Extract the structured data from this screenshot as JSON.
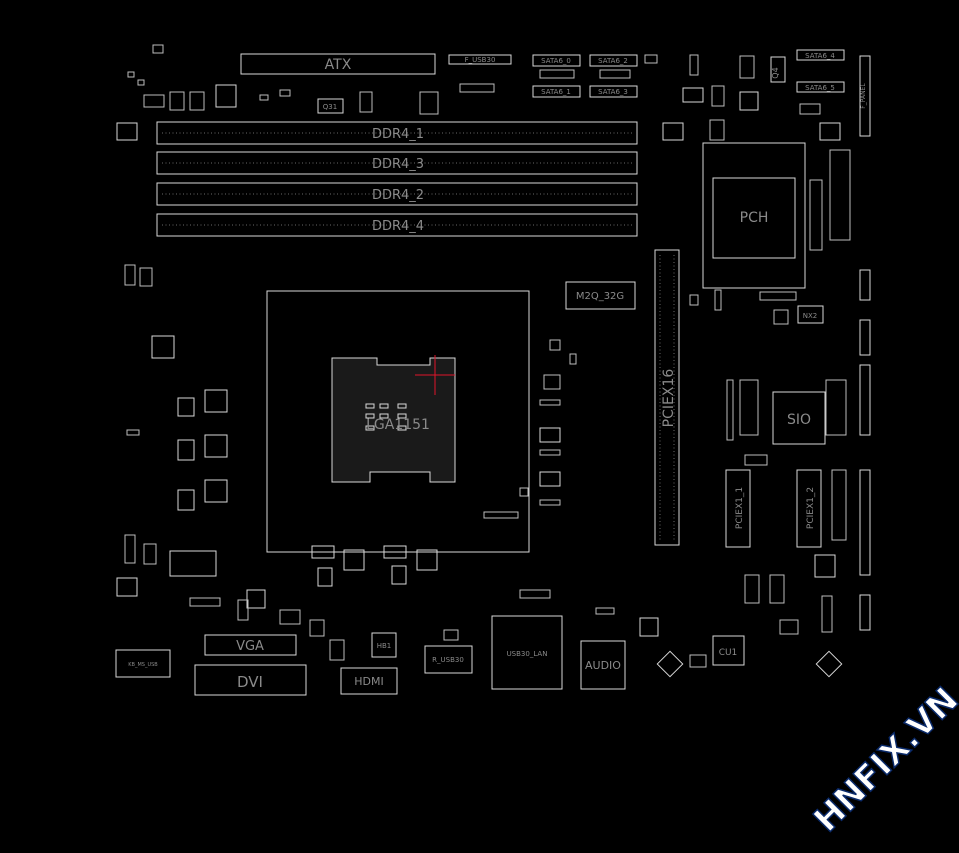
{
  "labels": {
    "atx": "ATX",
    "f_usb30": "F_USB30",
    "sata0": "SATA6_0",
    "sata2": "SATA6_2",
    "sata1": "SATA6_1",
    "sata3": "SATA6_3",
    "sata4": "SATA6_4",
    "sata5": "SATA6_5",
    "ddr1": "DDR4_1",
    "ddr3": "DDR4_3",
    "ddr2": "DDR4_2",
    "ddr4": "DDR4_4",
    "pch": "PCH",
    "m2": "M2Q_32G",
    "pciex16": "PCIEX16",
    "cpu": "LGA1151",
    "sio": "SIO",
    "pciex1_1": "PCIEX1_1",
    "pciex1_2": "PCIEX1_2",
    "vga": "VGA",
    "dvi": "DVI",
    "hdmi": "HDMI",
    "usb3_lan": "USB30_LAN",
    "audio": "AUDIO",
    "r_usb30": "R_USB30",
    "cu1": "CU1",
    "nx2": "NX2",
    "q31": "Q31",
    "q4": "Q4",
    "f_panel": "F_PANEL",
    "usb_left": "KB_MS_USB",
    "hb1": "HB1"
  },
  "watermark": "HNFIX.VN",
  "colors": {
    "background": "#000000",
    "outline": "#d8d8d8",
    "label": "#8a8a8a",
    "watermark": "#ffffff",
    "accent_red": "#e0142a"
  }
}
